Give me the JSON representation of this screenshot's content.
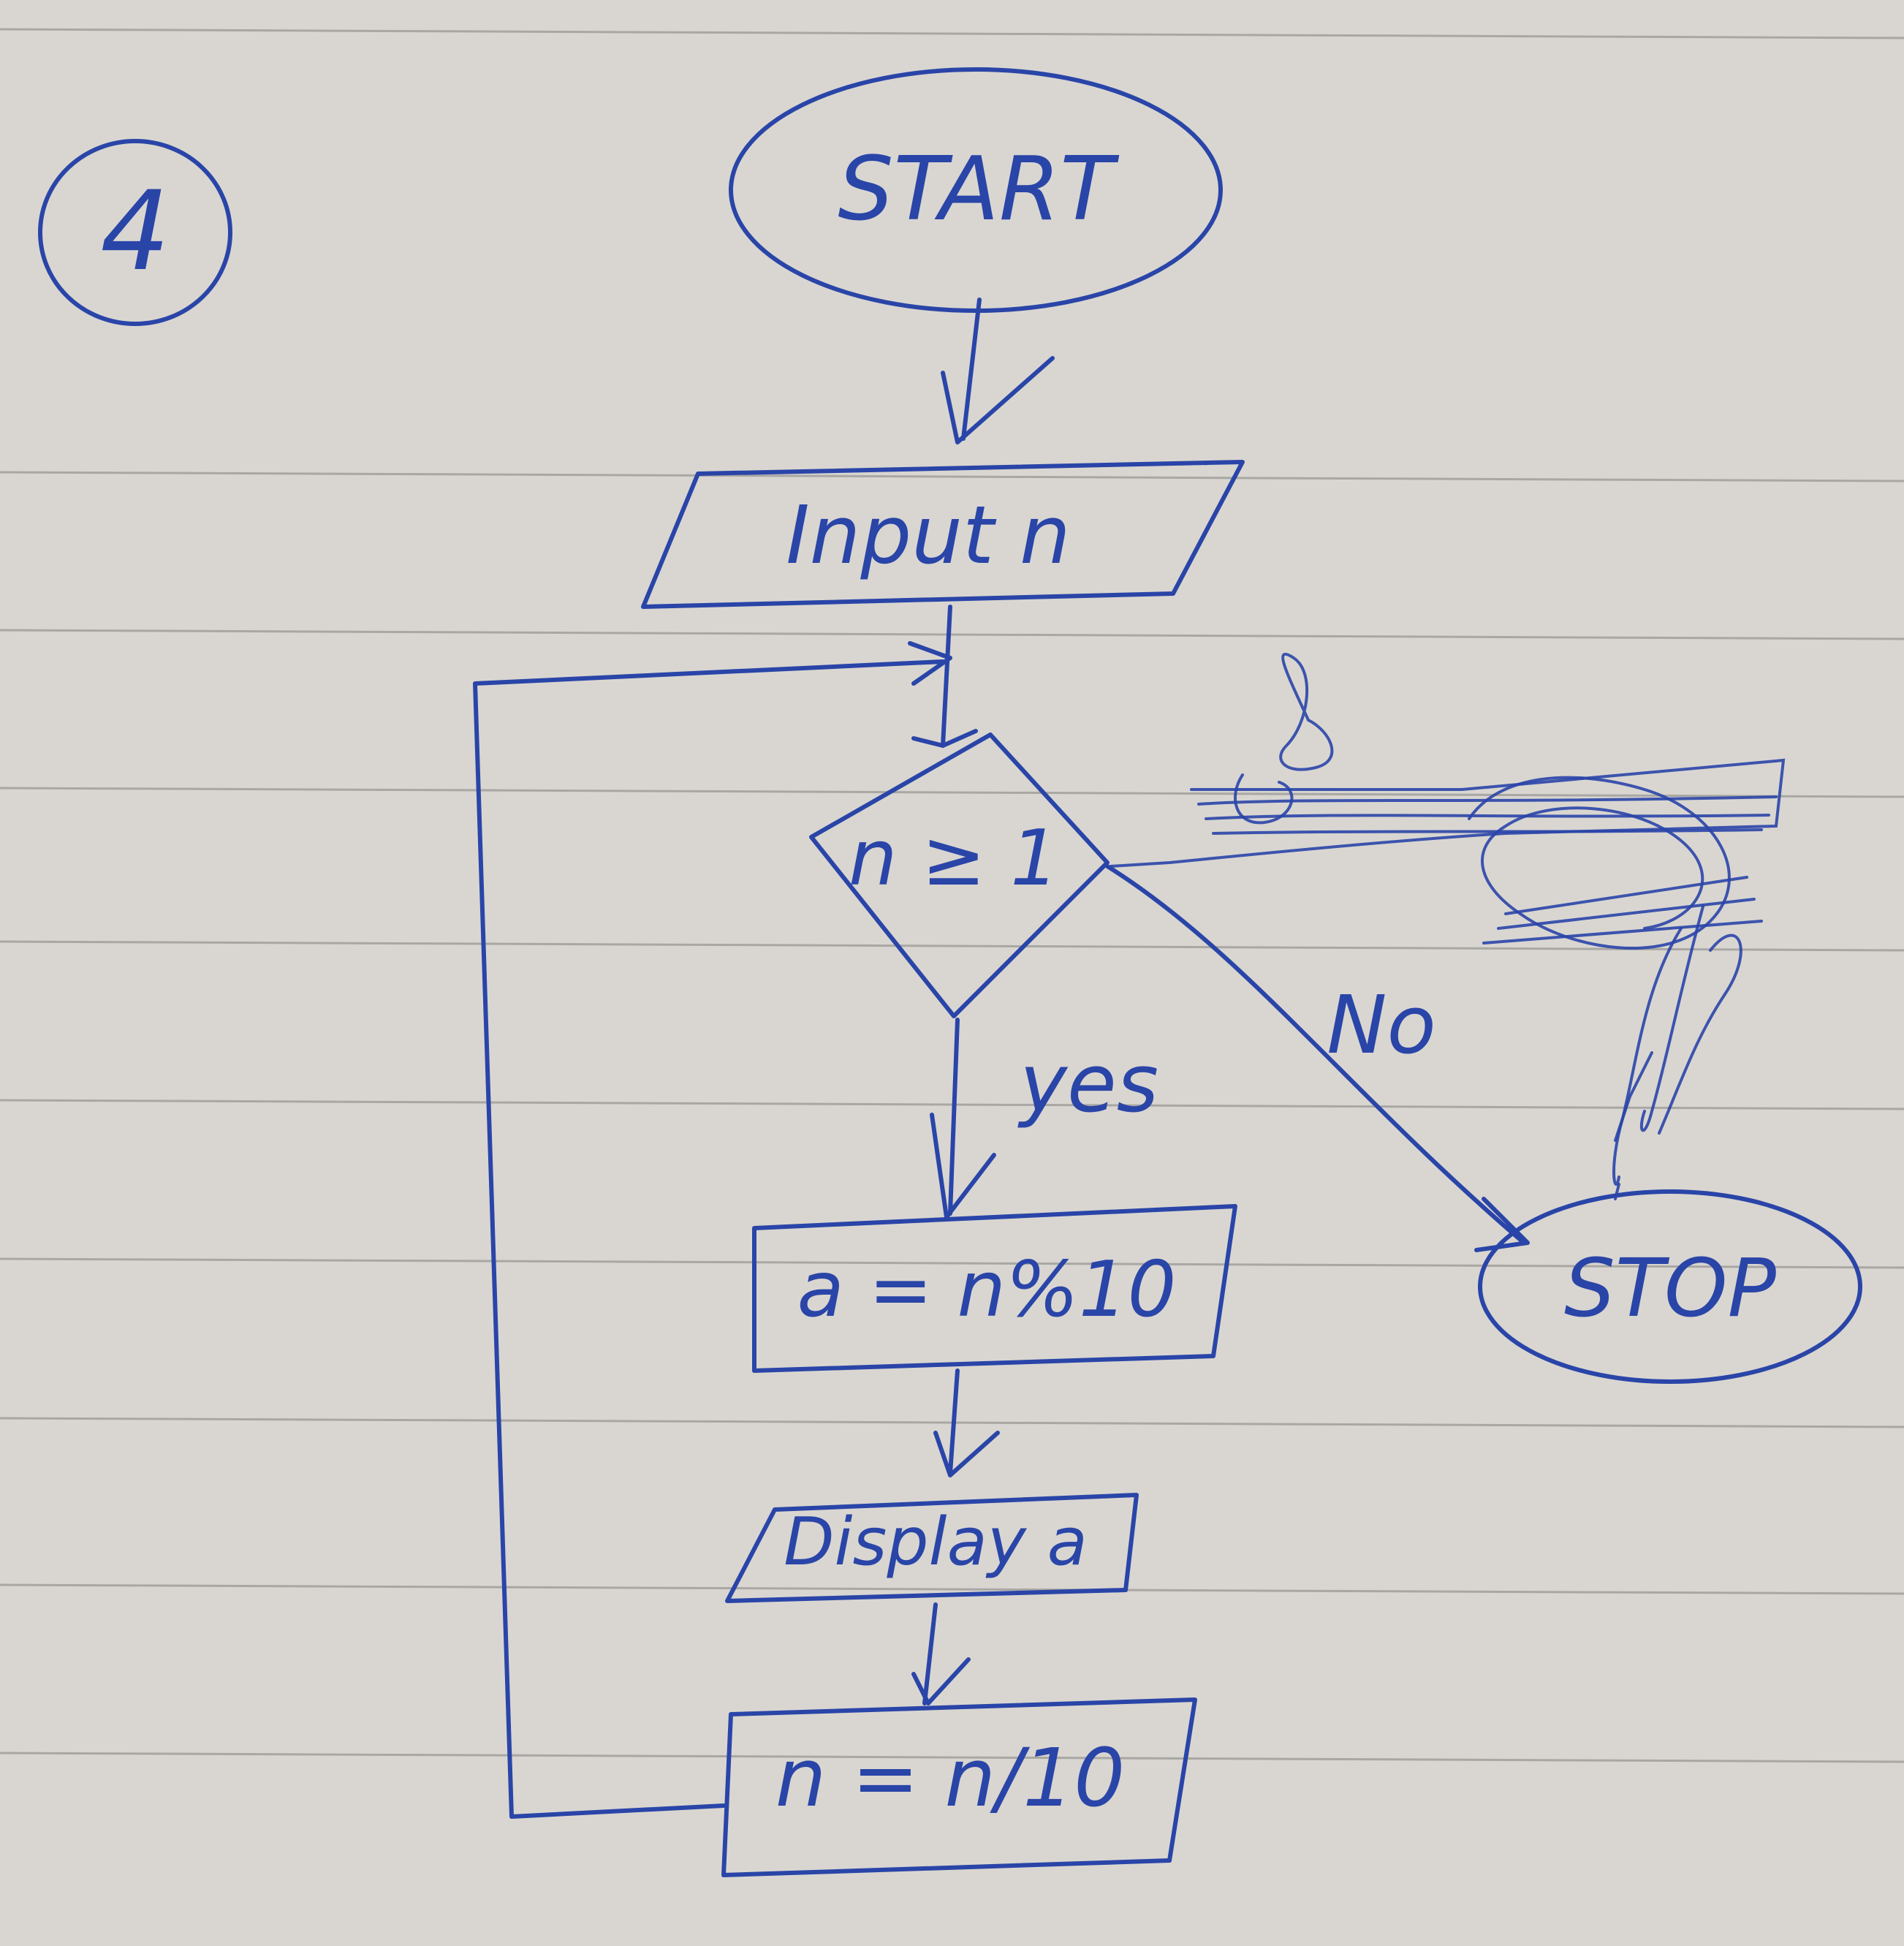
{
  "page_number": "4",
  "nodes": {
    "start": "START",
    "input": "Input n",
    "decision": "n ≥ 1",
    "assign_a": "a = n%10",
    "display": "Display a",
    "update_n": "n = n/10",
    "stop": "STOP"
  },
  "edge_labels": {
    "yes": "yes",
    "no": "No"
  },
  "colors": {
    "ink": "#2a45a8",
    "paper": "#d9d6d1",
    "rule": "#a9a7a4"
  }
}
